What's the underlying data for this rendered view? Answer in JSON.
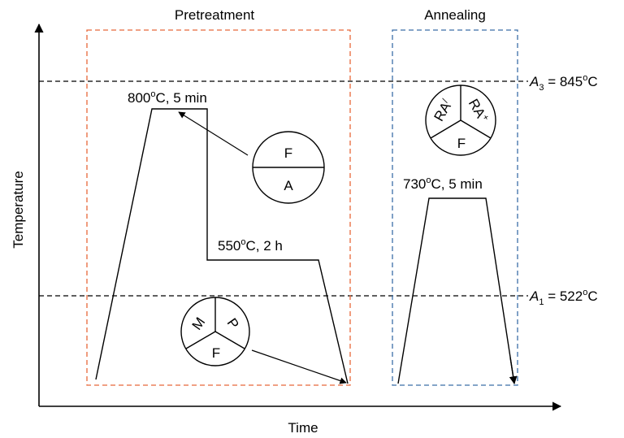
{
  "axes": {
    "x_label": "Time",
    "y_label": "Temperature"
  },
  "sections": {
    "pretreatment": {
      "title": "Pretreatment",
      "border_color": "#e8683a"
    },
    "annealing": {
      "title": "Annealing",
      "border_color": "#3b6ea8"
    }
  },
  "reference_lines": {
    "a3": {
      "symbol": "A",
      "subscript": "3",
      "value_text": " = 845",
      "degree": "o",
      "unit": "C"
    },
    "a1": {
      "symbol": "A",
      "subscript": "1",
      "value_text": " = 522",
      "degree": "o",
      "unit": "C"
    }
  },
  "step_labels": {
    "austenitize": {
      "temp": "800",
      "degree": "o",
      "rest": "C, 5 min"
    },
    "hold": {
      "temp": "550",
      "degree": "o",
      "rest": "C, 2 h"
    },
    "anneal": {
      "temp": "730",
      "degree": "o",
      "rest": "C, 5 min"
    }
  },
  "phase_circles": {
    "austenite_ferrite": {
      "top": "F",
      "bottom": "A"
    },
    "initial": {
      "left": "M",
      "right": "P",
      "bottom": "F"
    },
    "final": {
      "left": "RA",
      "left_mark": "/",
      "right": "RA",
      "right_mark": "+",
      "bottom": "F"
    }
  }
}
